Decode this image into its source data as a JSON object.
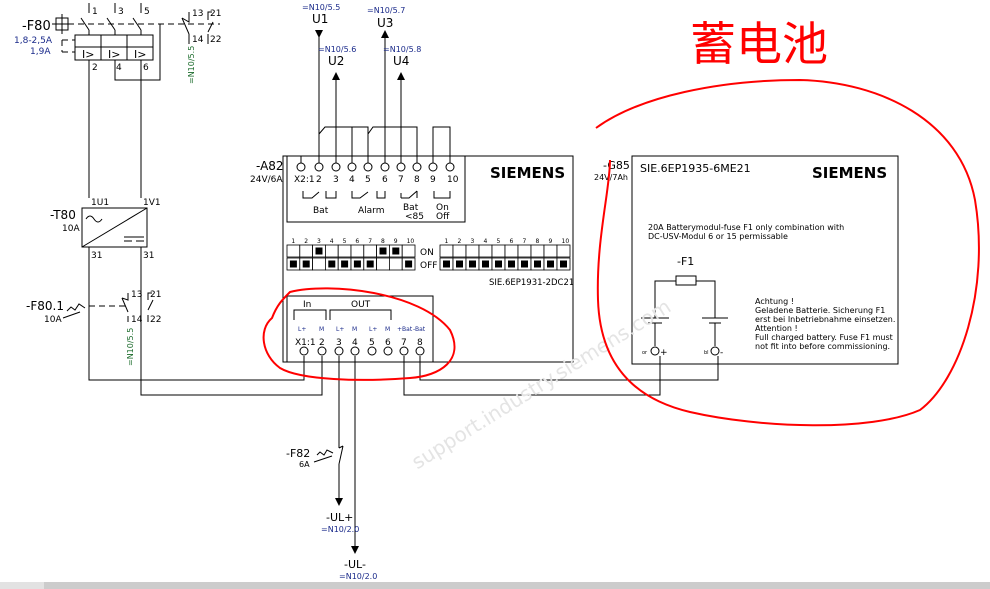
{
  "f80": {
    "tag": "-F80",
    "range": "1,8-2,5A",
    "setting": "1,9A",
    "terms_top": [
      "1",
      "3",
      "5"
    ],
    "terms_bot": [
      "2",
      "4",
      "6"
    ],
    "trip": "I>",
    "aux": [
      "13",
      "14",
      "21",
      "22"
    ],
    "ref": "=N10/5.5"
  },
  "t80": {
    "tag": "-T80",
    "rating": "10A",
    "in_l": "1U1",
    "in_r": "1V1",
    "out_l": "31",
    "out_r": "31"
  },
  "f801": {
    "tag": "-F80.1",
    "rating": "10A",
    "aux": [
      "13",
      "14",
      "21",
      "22"
    ],
    "ref": "=N10/5.5"
  },
  "signals": [
    {
      "ref": "=N10/5.5",
      "name": "U1"
    },
    {
      "ref": "=N10/5.6",
      "name": "U2"
    },
    {
      "ref": "=N10/5.7",
      "name": "U3"
    },
    {
      "ref": "=N10/5.8",
      "name": "U4"
    }
  ],
  "a82": {
    "tag": "-A82",
    "rating": "24V/6A",
    "brand": "SIEMENS",
    "part": "SIE.6EP1931-2DC21",
    "x2_terms": [
      "X2:1",
      "2",
      "3",
      "4",
      "5",
      "6",
      "7",
      "8",
      "9",
      "10"
    ],
    "x2_groups": [
      "Bat",
      "Alarm",
      "Bat",
      "<85",
      "On",
      "Off"
    ],
    "dip_numbers": [
      "1",
      "2",
      "3",
      "4",
      "5",
      "6",
      "7",
      "8",
      "9",
      "10"
    ],
    "dip_on_label": "ON",
    "dip_off_label": "OFF",
    "dip_left_on": [
      3,
      8,
      9
    ],
    "dip_right_on": [],
    "x1_in": "In",
    "x1_out": "OUT",
    "x1_pins": [
      "L+",
      "M",
      "L+",
      "M",
      "L+",
      "M",
      "+Bat",
      "-Bat"
    ],
    "x1_terms": [
      "X1:1",
      "2",
      "3",
      "4",
      "5",
      "6",
      "7",
      "8"
    ]
  },
  "g85": {
    "tag": "-G85",
    "rating": "24V/7Ah",
    "part": "SIE.6EP1935-6ME21",
    "brand": "SIEMENS",
    "note1": "20A Batterymodul-fuse F1 only combination with",
    "note2": "DC-USV-Modul 6 or 15 permissable",
    "fuse": "-F1",
    "plus_term": "or",
    "plus": "+",
    "minus_term": "bl",
    "minus": "-",
    "warning": [
      "Achtung !",
      "Geladene Batterie. Sicherung F1",
      "erst bei Inbetriebnahme einsetzen.",
      "Attention !",
      "Full charged battery. Fuse F1 must",
      "not fit into before commissioning."
    ]
  },
  "f82": {
    "tag": "-F82",
    "rating": "6A"
  },
  "outputs": [
    {
      "name": "-UL+",
      "ref": "=N10/2.0"
    },
    {
      "name": "-UL-",
      "ref": "=N10/2.0"
    }
  ],
  "annotation": {
    "text": "蓄电池",
    "color": "#ff0000"
  }
}
